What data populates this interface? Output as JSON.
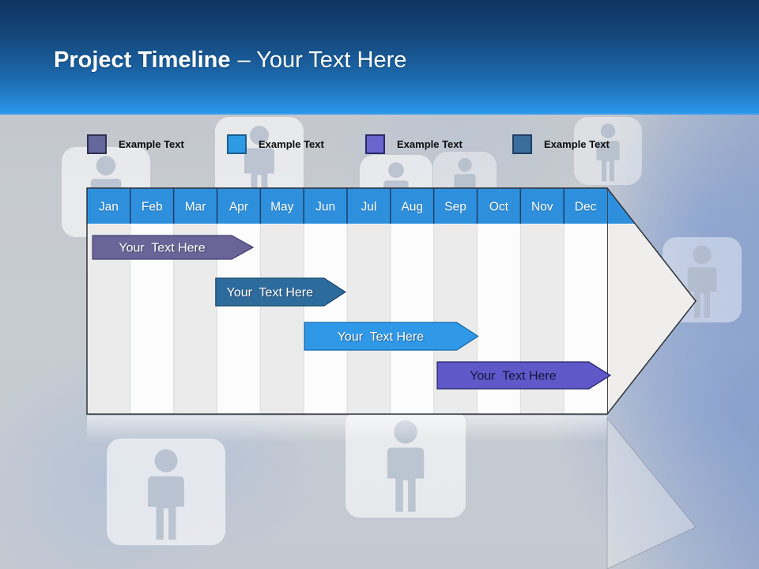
{
  "slide": {
    "title_bold": "Project Timeline",
    "title_light": "– Your Text Here"
  },
  "legend": {
    "items": [
      {
        "label": "Example Text",
        "color": "#63679b",
        "border": "#2e3150"
      },
      {
        "label": "Example Text",
        "color": "#2f9ae4",
        "border": "#1d5d8f"
      },
      {
        "label": "Example Text",
        "color": "#6a64ce",
        "border": "#2b2a6b"
      },
      {
        "label": "Example Text",
        "color": "#3a6d9c",
        "border": "#1f3f63"
      }
    ]
  },
  "colors": {
    "header_gradient_top": "#0e3361",
    "header_gradient_bottom": "#2a96e8",
    "month_band": "#2e8fdd",
    "month_divider": "#1c3f66",
    "table_outline": "#2f3237",
    "table_end_line": "#3f4246",
    "stripe_odd": "#ebebeb",
    "stripe_even": "#fcfcfd",
    "body_column_line": "#d9dcde",
    "arrowhead_fill": "#efeeec",
    "slide_background": "#c6cbd1",
    "month_text": "#ffffff"
  },
  "chart_data": {
    "type": "bar",
    "variant": "gantt-timeline-right-arrow",
    "title": "Project Timeline – Your Text Here",
    "categories": [
      "Jan",
      "Feb",
      "Mar",
      "Apr",
      "May",
      "Jun",
      "Jul",
      "Aug",
      "Sep",
      "Oct",
      "Nov",
      "Dec"
    ],
    "axis_position": "top",
    "x_range_months": [
      0,
      12
    ],
    "grid": "alternating-column-stripes",
    "legend_position": "above-chart",
    "series": [
      {
        "label": "Your  Text Here",
        "start_month": 0.13,
        "end_month": 3.83,
        "row": 0,
        "color": "#6a6499",
        "border": "#474170",
        "text_color": "#ffffff"
      },
      {
        "label": "Your  Text Here",
        "start_month": 2.97,
        "end_month": 5.96,
        "row": 1,
        "color": "#2e6b9d",
        "border": "#1c4a70",
        "text_color": "#ffffff"
      },
      {
        "label": "Your  Text Here",
        "start_month": 5.02,
        "end_month": 9.02,
        "row": 2,
        "color": "#2f99e8",
        "border": "#1668a8",
        "text_color": "#ffffff"
      },
      {
        "label": "Your  Text Here",
        "start_month": 8.08,
        "end_month": 12.07,
        "row": 3,
        "color": "#5f58c8",
        "border": "#28246a",
        "text_color": "#15153a"
      }
    ]
  }
}
